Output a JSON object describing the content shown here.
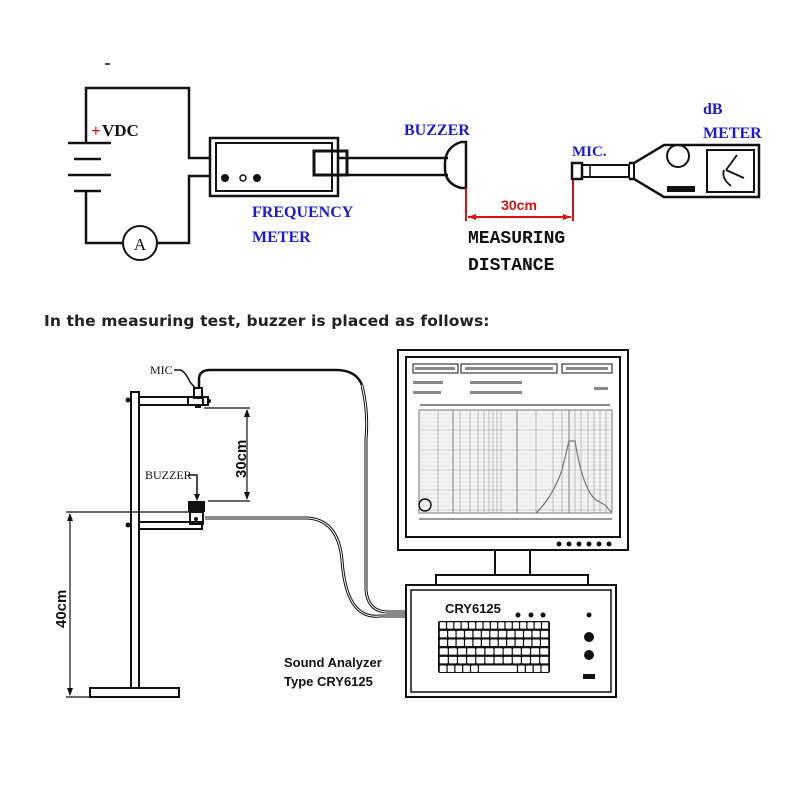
{
  "top_diagram": {
    "vdc_label_plus": "+",
    "vdc_label": "VDC",
    "ammeter_label": "A",
    "frequency_meter_label_line1": "FREQUENCY",
    "frequency_meter_label_line2": "METER",
    "buzzer_label": "BUZZER",
    "distance_value": "30cm",
    "measuring_distance_line1": "MEASURING",
    "measuring_distance_line2": "DISTANCE",
    "mic_label": "MIC.",
    "db_meter_label_line1": "dB",
    "db_meter_label_line2": "METER"
  },
  "heading": "In the measuring test, buzzer is placed as follows:",
  "bottom_diagram": {
    "mic_label": "MIC",
    "buzzer_label": "BUZZER",
    "vertical_distance": "30cm",
    "stand_height": "40cm",
    "analyzer_model": "CRY6125",
    "analyzer_caption_line1": "Sound Analyzer",
    "analyzer_caption_line2": "Type CRY6125"
  },
  "colors": {
    "label_blue": "#1a1ad6",
    "dimension_red": "#e01010",
    "line_black": "#111111"
  }
}
